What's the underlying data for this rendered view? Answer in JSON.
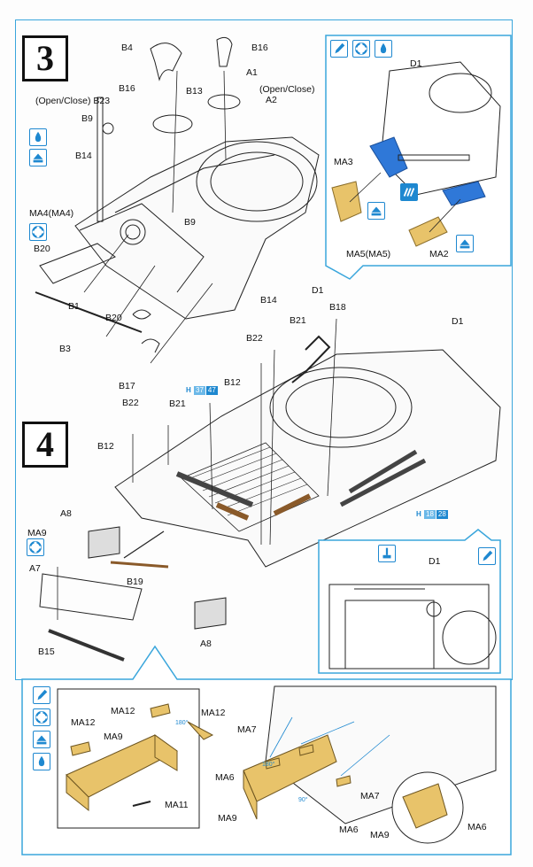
{
  "steps": {
    "step3": {
      "number": "3"
    },
    "step4": {
      "number": "4"
    }
  },
  "labels": {
    "b4": "B4",
    "b16_top": "B16",
    "a1": "A1",
    "open_close_a2": "(Open/Close)",
    "a2": "A2",
    "b13": "B13",
    "open_close_b23": "(Open/Close) B23",
    "b16_mid": "B16",
    "b9_top": "B9",
    "b14_left": "B14",
    "b9_mid": "B9",
    "ma4": "MA4(MA4)",
    "b20_left": "B20",
    "b1": "B1",
    "b3": "B3",
    "b20_mid": "B20",
    "b17": "B17",
    "b14_right": "B14",
    "d1_step3": "D1",
    "d1_inset3": "D1",
    "ma3": "MA3",
    "ma5": "MA5(MA5)",
    "ma2": "MA2",
    "b21_top": "B21",
    "b18": "B18",
    "b22_top": "B22",
    "d1_step4": "D1",
    "b12_top": "B12",
    "b22_left": "B22",
    "b21_left": "B21",
    "b12_left": "B12",
    "a8_top": "A8",
    "ma9_icon": "MA9",
    "a7": "A7",
    "b19": "B19",
    "b15": "B15",
    "a8_bottom": "A8",
    "d1_inset4": "D1",
    "ma12_a": "MA12",
    "ma12_b": "MA12",
    "ma12_c": "MA12",
    "ma9_box": "MA9",
    "ma11": "MA11",
    "ma7_a": "MA7",
    "ma6_a": "MA6",
    "ma9_b": "MA9",
    "ma7_b": "MA7",
    "ma6_b": "MA6",
    "ma9_c": "MA9",
    "ma6_c": "MA6",
    "angle_180_a": "180°",
    "angle_180_b": "180°",
    "angle_90": "90°"
  },
  "hint_badges": {
    "h_left": {
      "prefix": "H",
      "n1": "37",
      "n2": "47"
    },
    "h_right": {
      "prefix": "H",
      "n1": "18",
      "n2": "28"
    }
  },
  "colors": {
    "frame_blue": "#3aa6dc",
    "icon_blue": "#1e88d0",
    "photo_etch_part": "#e8c36a",
    "highlight_part": "#2f78d8"
  },
  "icons": [
    "glue-drop-icon",
    "photo-etch-icon",
    "cut-icon",
    "bend-icon",
    "fold-up-icon"
  ]
}
